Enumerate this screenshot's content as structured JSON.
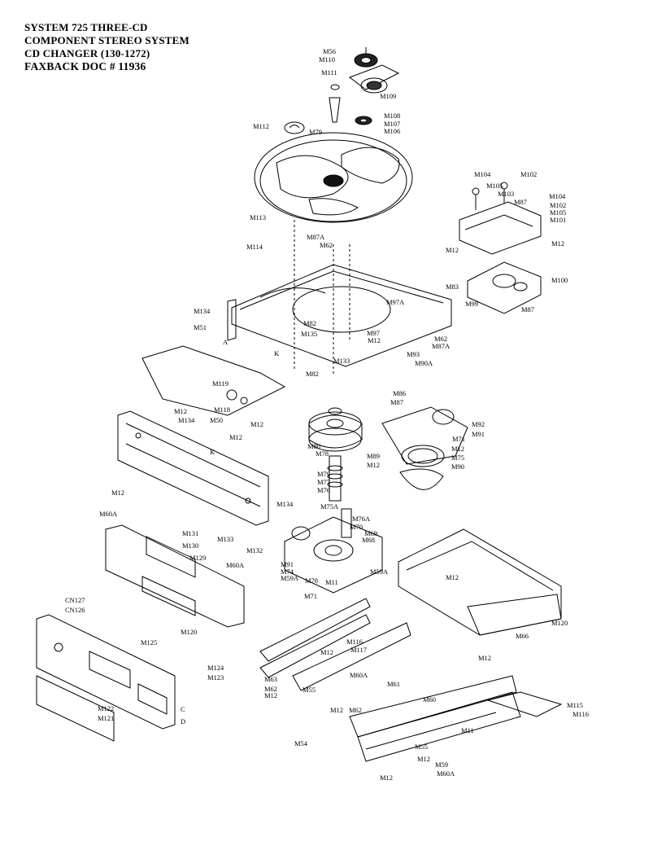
{
  "header": {
    "line1": "SYSTEM 725 THREE-CD",
    "line2": "COMPONENT STEREO SYSTEM",
    "line3": "CD CHANGER (130-1272)",
    "line4": "FAXBACK DOC # 11936"
  },
  "labels": [
    "M56",
    "M110",
    "M111",
    "M109",
    "M108",
    "M107",
    "M106",
    "M112",
    "M79",
    "M104",
    "M102",
    "M105",
    "M103",
    "M104",
    "M102",
    "M105",
    "M101",
    "M87",
    "M113",
    "M87A",
    "M62",
    "M114",
    "M12",
    "M12",
    "M83",
    "M100",
    "M99",
    "M87",
    "M134",
    "M51",
    "A",
    "M82",
    "M135",
    "K",
    "M97A",
    "M97",
    "M12",
    "M62",
    "M87A",
    "M93",
    "M90A",
    "M133",
    "M82",
    "M119",
    "M118",
    "M12",
    "M134",
    "M50",
    "M12",
    "M12",
    "M86",
    "M87",
    "M92",
    "M91",
    "M71",
    "M12",
    "M89",
    "M75",
    "M12",
    "M90",
    "M80",
    "M78",
    "M79",
    "M77",
    "M76",
    "M75A",
    "M76A",
    "M70",
    "M69",
    "M68",
    "M12",
    "M134",
    "K",
    "M60A",
    "M131",
    "M130",
    "M129",
    "M133",
    "M132",
    "M60A",
    "M91",
    "M74",
    "M59A",
    "M78",
    "M11",
    "M59A",
    "M71",
    "M12",
    "CN127",
    "CN126",
    "M125",
    "M120",
    "M124",
    "M123",
    "M122",
    "M121",
    "C",
    "D",
    "M12",
    "M116",
    "M117",
    "M63",
    "M62",
    "M12",
    "M55",
    "M60A",
    "M61",
    "M60",
    "M12",
    "M62",
    "M54",
    "M11",
    "M55",
    "M12",
    "M59",
    "M60A",
    "M12",
    "M115",
    "M116",
    "M120",
    "M66",
    "M12"
  ]
}
